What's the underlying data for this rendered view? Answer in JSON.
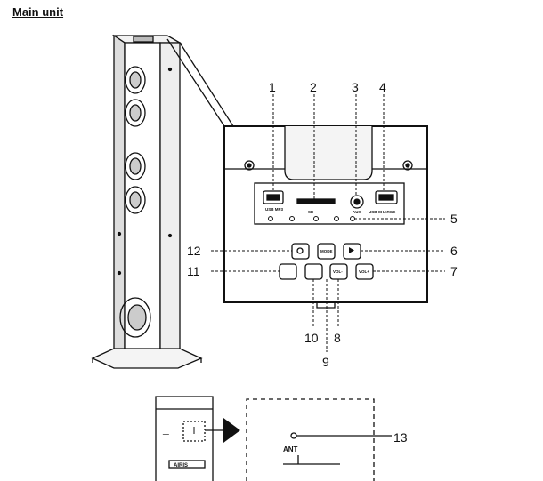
{
  "title": "Main unit",
  "callouts": [
    "1",
    "2",
    "3",
    "4",
    "5",
    "6",
    "7",
    "8",
    "9",
    "10",
    "11",
    "12",
    "13"
  ],
  "panel_labels": {
    "usb_mp3": "USB MP3",
    "sd": "SD",
    "aux": "AUX",
    "usb_charge": "USB CHARGE",
    "mode": "MODE",
    "vol_minus": "VOL-",
    "vol_plus": "VOL+",
    "ant": "ANT",
    "brand": "AIRIS"
  }
}
